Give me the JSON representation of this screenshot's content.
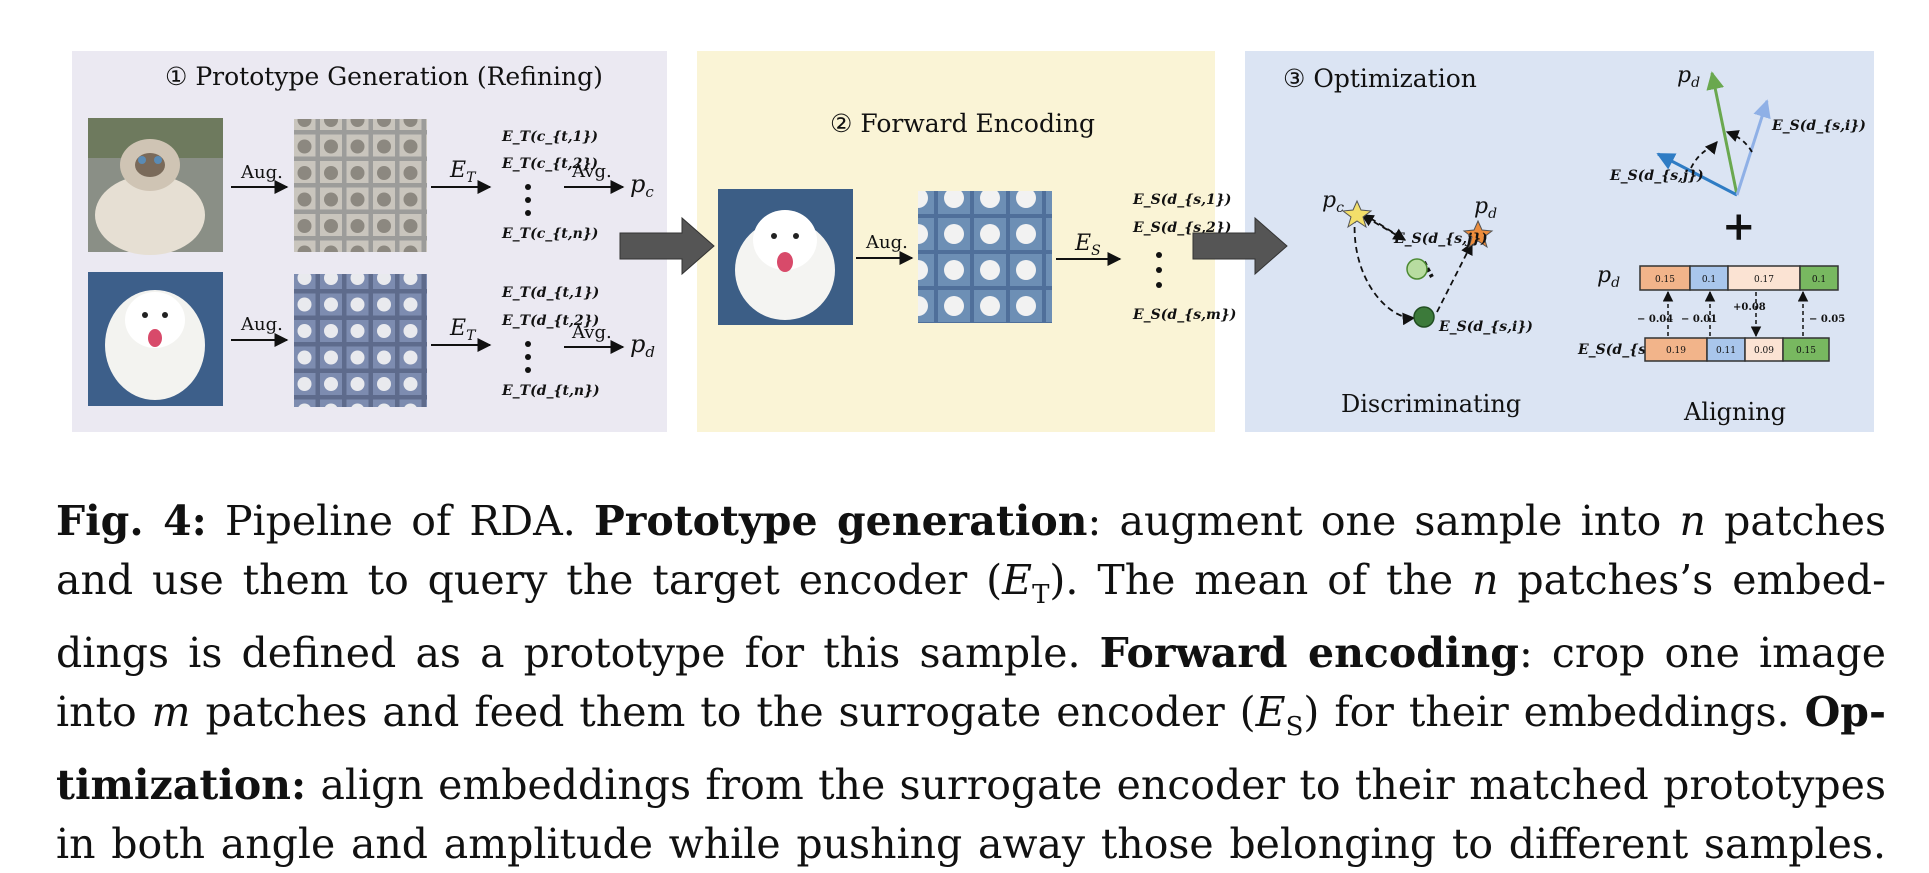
{
  "panels": {
    "p1": {
      "title": "① Prototype Generation (Refining)",
      "color": "#ebe9f2"
    },
    "p2": {
      "title": "② Forward Encoding",
      "color": "#faf4d6"
    },
    "p3": {
      "title": "③ Optimization",
      "color": "#dbe4f3"
    }
  },
  "labels": {
    "aug": "Aug.",
    "avg": "Avg.",
    "et": "E",
    "et_sub": "T",
    "es": "E",
    "es_sub": "S",
    "pc": "p",
    "pc_sub": "c",
    "pd": "p",
    "pd_sub": "d",
    "et_c1": "E_T(c_{t,1})",
    "et_c2": "E_T(c_{t,2})",
    "et_cn": "E_T(c_{t,n})",
    "et_d1": "E_T(d_{t,1})",
    "et_d2": "E_T(d_{t,2})",
    "et_dn": "E_T(d_{t,n})",
    "es_d1": "E_S(d_{s,1})",
    "es_d2": "E_S(d_{s,2})",
    "es_dm": "E_S(d_{s,m})",
    "discriminating": "Discriminating",
    "aligning": "Aligning",
    "esdsj": "E_S(d_{s,j})",
    "esdsi": "E_S(d_{s,i})",
    "plus": "+"
  },
  "aligning_bars": {
    "pd_values": [
      "0.15",
      "0.1",
      "0.17",
      "0.1"
    ],
    "es_values": [
      "0.19",
      "0.11",
      "0.09",
      "0.15"
    ],
    "diffs": [
      "− 0.04",
      "− 0.01",
      "+0.08",
      "− 0.05"
    ],
    "colors": [
      "#f2b48a",
      "#a9c6ec",
      "#fbe3d3",
      "#78b860"
    ]
  },
  "caption": {
    "fig_label": "Fig. 4:",
    "line1_a": " Pipeline of RDA. ",
    "line1_b": "Prototype generation",
    "line1_c": ": augment one sample into ",
    "n1": "n",
    "line1_d": " patches",
    "line2_a": "and use them to query the target encoder (",
    "line2_b": "E",
    "line2_sub": "T",
    "line2_c": "). The mean of the ",
    "n2": "n",
    "line2_d": " patches’s embed-",
    "line3_a": "dings is defined as a prototype for this sample. ",
    "line3_b": "Forward encoding",
    "line3_c": ": crop one image",
    "line4_a": "into ",
    "m": "m",
    "line4_b": " patches and feed them to the surrogate encoder (",
    "line4_c": "E",
    "line4_sub": "S",
    "line4_d": ") for their embeddings. ",
    "line4_e": "Op-",
    "line5_a": "timization:",
    "line5_b": " align embeddings from the surrogate encoder to their matched prototypes",
    "line6": "in both angle and amplitude while pushing away those belonging to different samples."
  }
}
